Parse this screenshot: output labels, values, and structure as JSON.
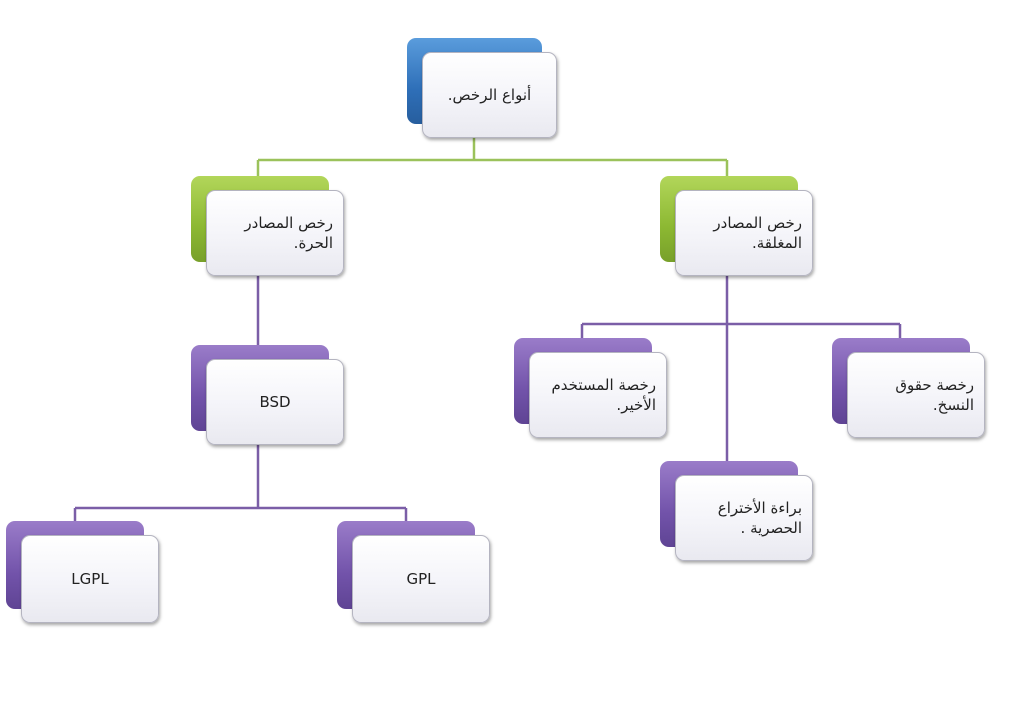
{
  "colors": {
    "root_accent": "#2e6fb8",
    "level1_accent": "#8cb832",
    "level2_accent": "#7253aa",
    "root_connector": "#9bc25b",
    "child_connector": "#7b5ea7"
  },
  "nodes": {
    "root": "أنواع الرخص.",
    "free": "رخص المصادر الحرة.",
    "closed": "رخص المصادر المغلقة.",
    "bsd": "BSD",
    "lgpl": "LGPL",
    "gpl": "GPL",
    "end_user": "رخصة المستخدم الأخير.",
    "copyright": "رخصة حقوق النسخ.",
    "patent": "براءة الأختراع الحصرية ."
  }
}
